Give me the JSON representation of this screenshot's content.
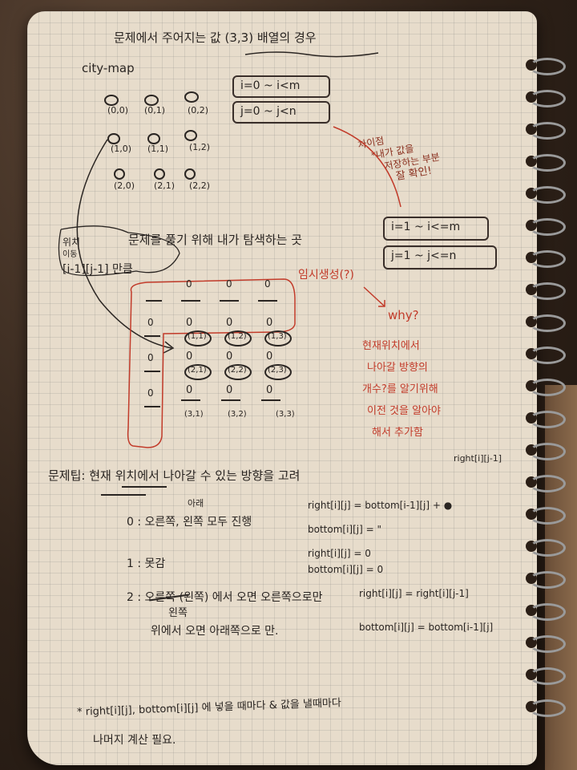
{
  "title": "문제에서 주어지는 값 (3,3) 배열의 경우",
  "subtitle": "city-map",
  "top_ranges": [
    "i=0 ~ i<m",
    "j=0 ~ j<n"
  ],
  "top_grid": [
    [
      "(0,0)",
      "(0,1)",
      "(0,2)"
    ],
    [
      "(1,0)",
      "(1,1)",
      "(1,2)"
    ],
    [
      "(2,0)",
      "(2,1)",
      "(2,2)"
    ]
  ],
  "difference_note": [
    "차이점",
    "*내가 값을",
    "저장하는 부분",
    "잘 확인!"
  ],
  "search_label": "문제를 풀기 위해 내가 탐색하는 곳",
  "search_ranges": [
    "i=1 ~ i<=m",
    "j=1 ~ j<=n"
  ],
  "position_note": [
    "위치",
    "이동",
    "[i-1][j-1] 만큼"
  ],
  "temp_note": "임시생성(?)",
  "why": "why?",
  "why_answer": [
    "현재위치에서",
    "나아갈 방향의",
    "개수?를 알기위해",
    "이전 것을 알아야",
    "해서 추가함"
  ],
  "bottom_grid": [
    [
      "(1,1)",
      "(1,2)",
      "(1,3)"
    ],
    [
      "(2,1)",
      "(2,2)",
      "(2,3)"
    ],
    [
      "(3,1)",
      "(3,2)",
      "(3,3)"
    ]
  ],
  "zero": "0",
  "tip_title": "문제팁: 현재 위치에서 나아갈 수 있는 방향을 고려",
  "tips": {
    "label_below": "아래",
    "t0": "0 : 오른쪽, 왼쪽 모두 진행",
    "t1": "1 : 못감",
    "t2_line1": "2 : 오른쪽 (왼쪽) 에서 오면 오른쪽으로만",
    "t2_left": "왼쪽",
    "t2_line2": "위에서 오면 아래쪽으로 만."
  },
  "formulas": {
    "top_right": "right[i][j-1]",
    "f0a": "right[i][j] = bottom[i-1][j] + ●",
    "f0b": "bottom[i][j] =            \"",
    "f1a": "right[i][j] = 0",
    "f1b": "bottom[i][j] = 0",
    "f2a": "right[i][j] = right[i][j-1]",
    "f2b": "bottom[i][j] = bottom[i-1][j]"
  },
  "footer": [
    "* right[i][j], bottom[i][j] 에 넣을 때마다 & 값을 낼때마다",
    "나머지 계산 필요."
  ],
  "colors": {
    "ink": "#2a2522",
    "red_pen": "#c23b2a",
    "paper": "#e7dccb"
  }
}
